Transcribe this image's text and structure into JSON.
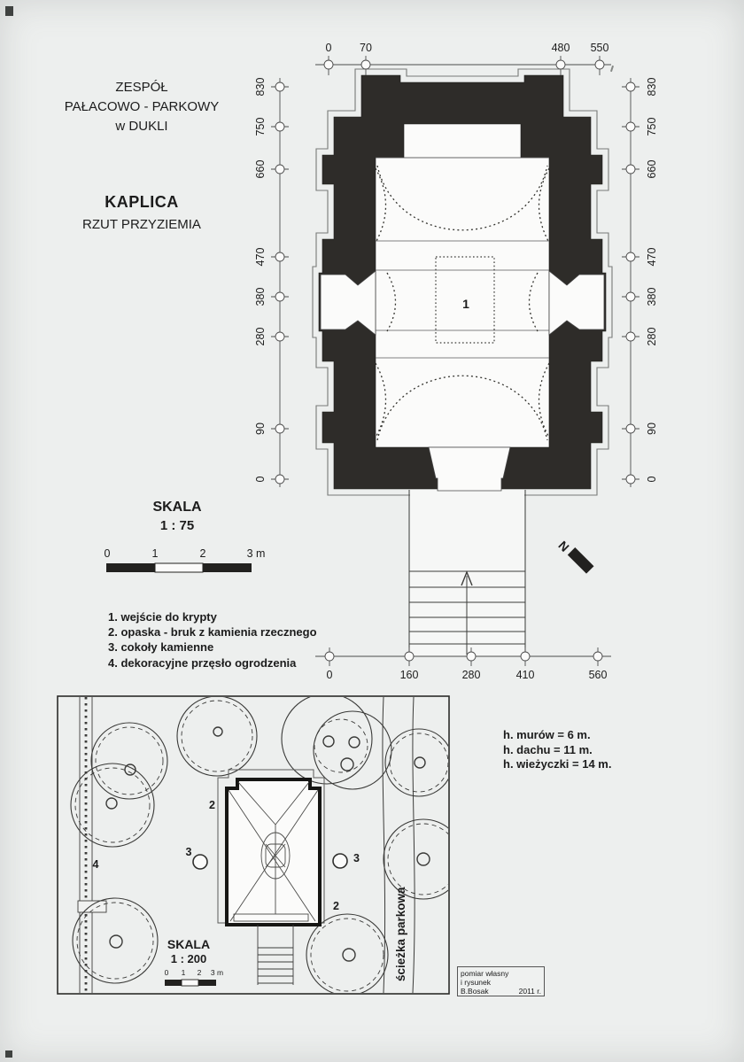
{
  "header": {
    "org_lines": [
      "ZESPÓŁ",
      "PAŁACOWO - PARKOWY",
      "w DUKLI"
    ],
    "title": "KAPLICA",
    "subtitle": "RZUT PRZYZIEMIA"
  },
  "floor_plan": {
    "scale_label": "SKALA",
    "scale_ratio": "1 : 75",
    "scalebar": [
      "0",
      "1",
      "2",
      "3 m"
    ],
    "axis_left": [
      "830",
      "750",
      "660",
      "470",
      "380",
      "280",
      "90",
      "0"
    ],
    "axis_right": [
      "830",
      "750",
      "660",
      "470",
      "380",
      "280",
      "90",
      "0"
    ],
    "axis_top": [
      "0",
      "70",
      "480",
      "550"
    ],
    "axis_bottom": [
      "0",
      "160",
      "280",
      "410",
      "560"
    ],
    "crypt_label": "1",
    "north": "N"
  },
  "legend": {
    "items": [
      "1. wejście do krypty",
      "2. opaska - bruk z kamienia rzecznego",
      "3. cokoły kamienne",
      "4. dekoracyjne przęsło ogrodzenia"
    ]
  },
  "heights": {
    "lines": [
      "h. murów = 6 m.",
      "h. dachu = 11 m.",
      "h. wieżyczki = 14 m."
    ]
  },
  "site_plan": {
    "scale_label": "SKALA",
    "scale_ratio": "1 : 200",
    "scalebar": [
      "0",
      "1",
      "2",
      "3 m"
    ],
    "path_label": "ścieżka parkowa",
    "label_2_left": "2",
    "label_2_right": "2",
    "label_3_left": "3",
    "label_3_right": "3",
    "label_4": "4"
  },
  "credit": {
    "line1": "pomiar własny",
    "line2": "i rysunek",
    "author": "B.Bosak",
    "year": "2011 r."
  }
}
